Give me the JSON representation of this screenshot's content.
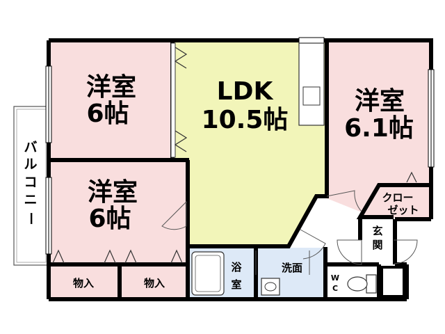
{
  "colors": {
    "western_room": "#f9dede",
    "ldk": "#f2f5b9",
    "wet_area": "#dde9f7",
    "storage": "#f9dede",
    "balcony": "#ffffff",
    "wall": "#000000"
  },
  "rooms": {
    "western_top_left": {
      "name": "洋室",
      "size": "6帖"
    },
    "western_bottom_left": {
      "name": "洋室",
      "size": "6帖"
    },
    "ldk": {
      "name": "LDK",
      "size": "10.5帖"
    },
    "western_right": {
      "name": "洋室",
      "size": "6.1帖"
    },
    "closet": {
      "line1": "クロー",
      "line2": "ゼット"
    },
    "entrance": {
      "line1": "玄",
      "line2": "関"
    },
    "bath": {
      "line1": "浴",
      "line2": "室"
    },
    "washroom": {
      "name": "洗面"
    },
    "wc": {
      "line1": "W",
      "line2": "C"
    },
    "storage_1": {
      "name": "物入"
    },
    "storage_2": {
      "name": "物入"
    }
  },
  "balcony": {
    "chars": [
      "バ",
      "ル",
      "コ",
      "ニ",
      "ー"
    ]
  }
}
